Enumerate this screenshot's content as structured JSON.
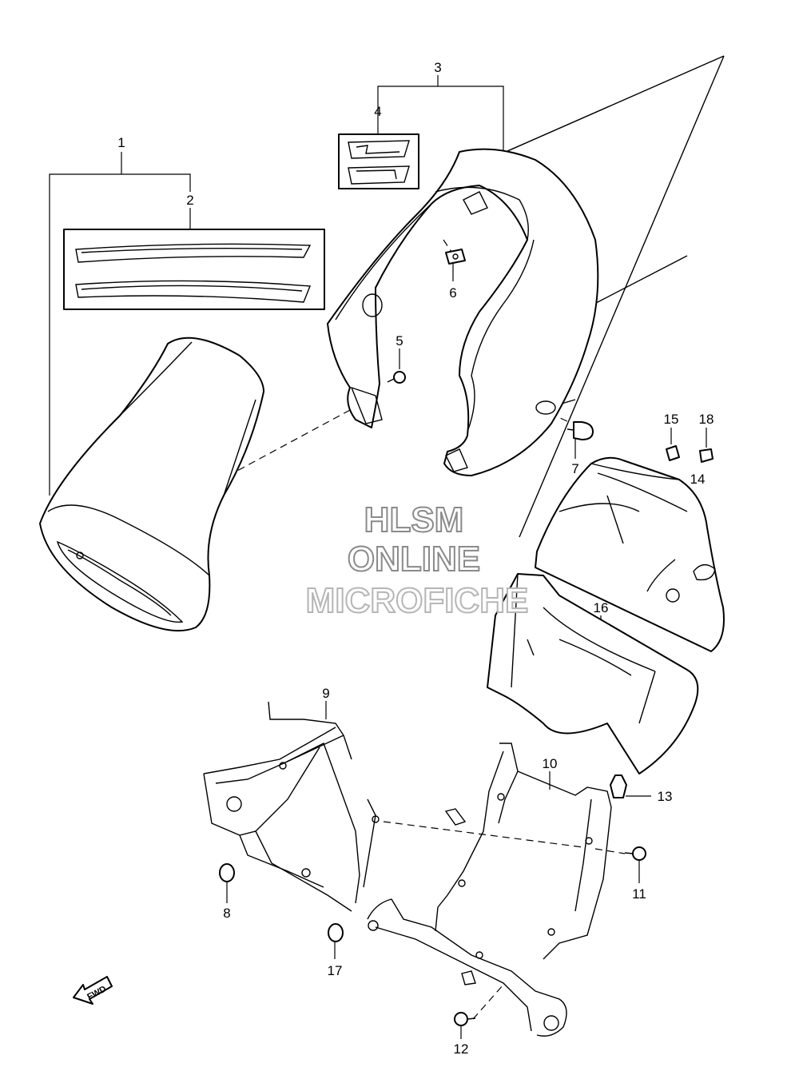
{
  "callouts": {
    "c1": "1",
    "c2": "2",
    "c3": "3",
    "c4": "4",
    "c5": "5",
    "c6": "6",
    "c7": "7",
    "c8": "8",
    "c9": "9",
    "c10": "10",
    "c11": "11",
    "c12": "12",
    "c13": "13",
    "c14": "14",
    "c15": "15",
    "c16": "16",
    "c17": "17",
    "c18": "18"
  },
  "watermark": {
    "line1": "HLSM",
    "line2": "ONLINE",
    "line3": "MICROFICHE"
  },
  "fwd_label": "FWD",
  "colors": {
    "line": "#000000",
    "watermark_stroke": "#8a8a8a",
    "background": "#ffffff"
  }
}
